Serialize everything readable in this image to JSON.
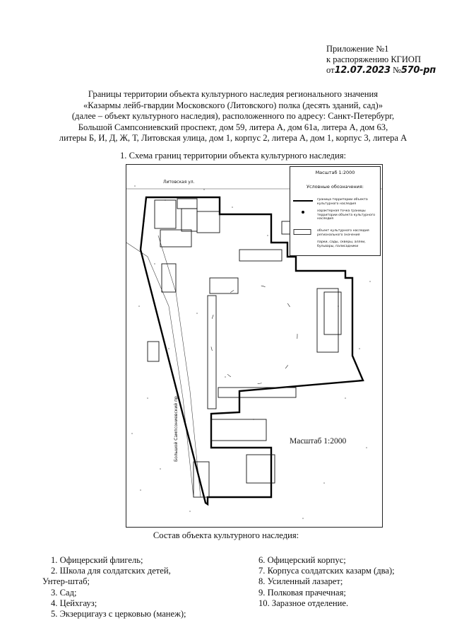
{
  "appendix": {
    "line1": "Приложение №1",
    "line2": "к распоряжению КГИОП",
    "from_prefix": "от",
    "date": "12.07.2023",
    "number_prefix": "№",
    "number": "570-рп"
  },
  "title": {
    "lines": [
      "Границы территории объекта культурного наследия регионального значения",
      "«Казармы лейб-гвардии Московского (Литовского) полка (десять зданий, сад)»",
      "(далее – объект культурного наследия), расположенного по адресу: Санкт-Петербург,",
      "Большой Сампсониевский проспект, дом 59, литера А, дом 61а, литера А, дом 63,",
      "литеры Б, И, Д, Ж, Т, Литовская улица,  дом 1, корпус 2, литера А, дом 1, корпус 3, литера А"
    ]
  },
  "section1": "1.   Схема границ территории объекта культурного наследия:",
  "map": {
    "street_top": "Литовская ул.",
    "street_side": "Большой Сампсониевский пр.",
    "legend": {
      "scale": "Масштаб 1:2000",
      "title": "Условные обозначения:",
      "items": [
        "граница территории объекта культурного наследия",
        "характерная точка границы территории объекта культурного наследия",
        "объект культурного наследия регионального значения",
        "парки, сады, скверы, аллеи, бульвары, палисадники"
      ]
    },
    "scale_label": "Масштаб 1:2000"
  },
  "composition_title": "Состав объекта культурного наследия:",
  "composition_left": [
    "1.   Офицерский флигель;",
    "2.   Школа для солдатских детей,",
    "Унтер-штаб;",
    "3.   Сад;",
    "4.   Цейхгауз;",
    "5.   Экзерцигауз с церковью (манеж);"
  ],
  "composition_right": [
    "6.   Офицерский корпус;",
    "7.   Корпуса солдатских казарм (два);",
    "8.   Усиленный лазарет;",
    "9.   Полковая прачечная;",
    "10. Заразное отделение."
  ]
}
